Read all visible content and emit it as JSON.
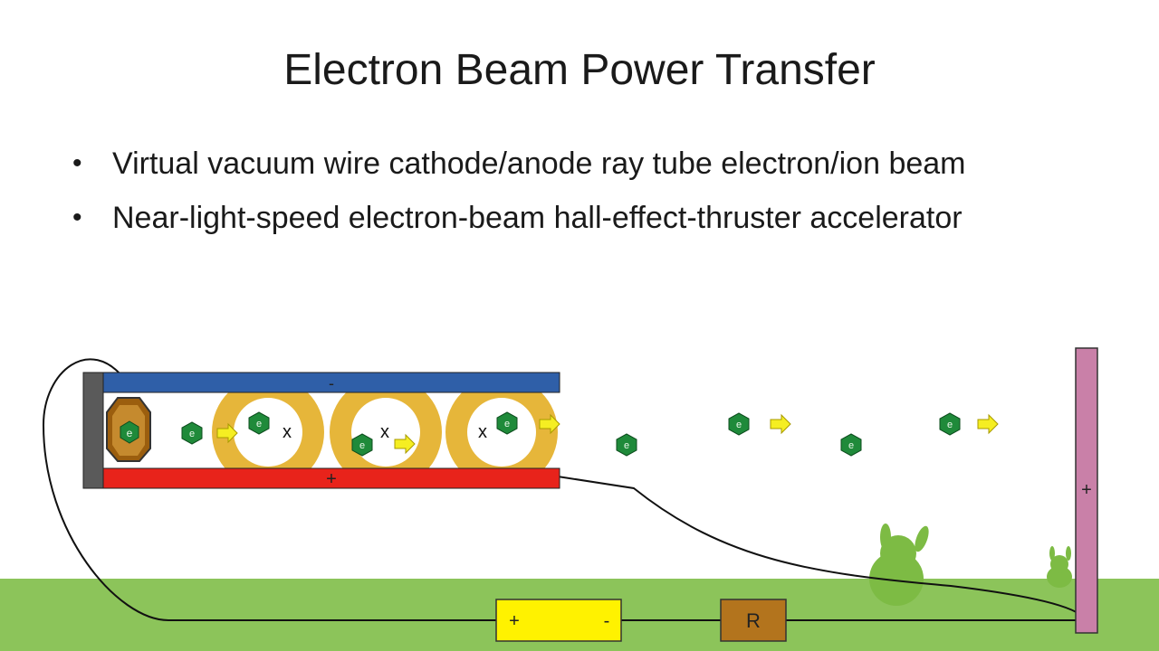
{
  "slide": {
    "title": "Electron Beam Power Transfer",
    "bullets": [
      "Virtual vacuum wire cathode/anode ray tube electron/ion beam",
      "Near-light-speed electron-beam hall-effect-thruster accelerator"
    ]
  },
  "diagram": {
    "cathode_plate_sign": "-",
    "anode_plate_sign": "+",
    "right_plate_sign": "+",
    "electron_label": "e",
    "field_marker": "x",
    "battery_plus": "+",
    "battery_minus": "-",
    "resistor_label": "R",
    "colors": {
      "ground": "#8cc45a",
      "cathode_plate": "#2f5fa8",
      "anode_plate": "#e8231b",
      "end_cap": "#5a5a5a",
      "coil_ring": "#e6b63a",
      "electron": "#1f8a3a",
      "arrow": "#f5ee22",
      "battery": "#fff200",
      "resistor": "#b3741d",
      "target_plate": "#c980a8",
      "emitter": "#9b5e0e"
    }
  }
}
